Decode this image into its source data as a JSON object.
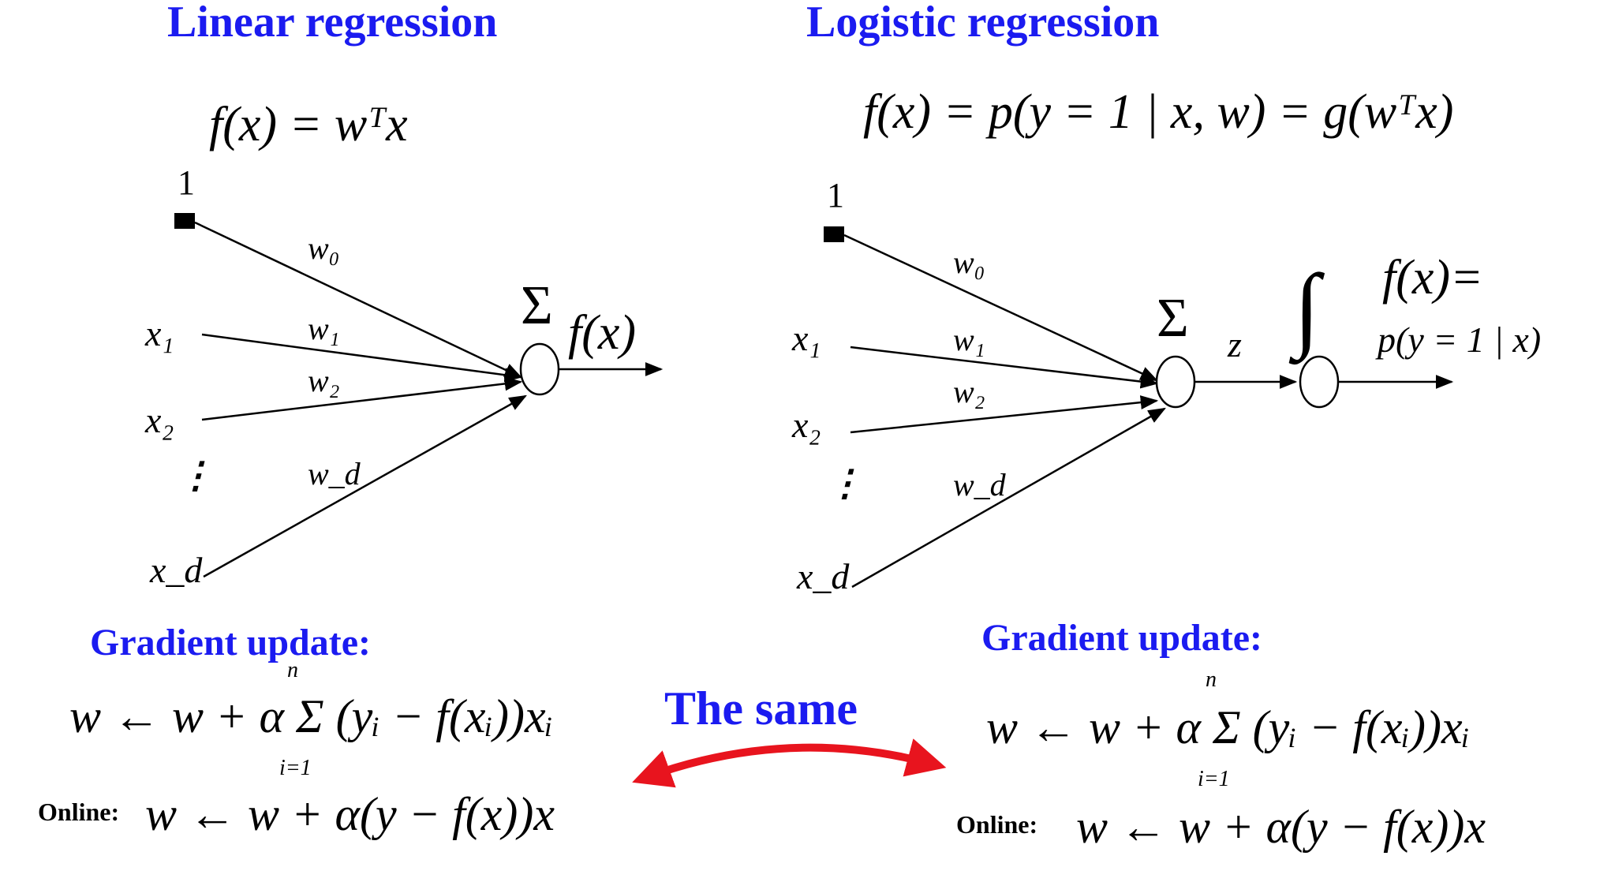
{
  "linear": {
    "title": "Linear regression",
    "formula": "f(x) = wᵀx",
    "bias_input": "1",
    "inputs": [
      "x₁",
      "x₂",
      "x_d"
    ],
    "dots": "⋮",
    "weights": [
      "w₀",
      "w₁",
      "w₂",
      "w_d"
    ],
    "sum_symbol": "Σ",
    "output": "f(x)",
    "gradient_title": "Gradient update:",
    "gradient_formula": "w ← w + α Σ (yᵢ − f(xᵢ))xᵢ",
    "sum_upper": "n",
    "sum_lower": "i=1",
    "online_label": "Online:",
    "online_formula": "w ← w + α(y − f(x))x"
  },
  "logistic": {
    "title": "Logistic regression",
    "formula": "f(x) = p(y = 1 | x, w) = g(wᵀx)",
    "bias_input": "1",
    "inputs": [
      "x₁",
      "x₂",
      "x_d"
    ],
    "dots": "⋮",
    "weights": [
      "w₀",
      "w₁",
      "w₂",
      "w_d"
    ],
    "sum_symbol": "Σ",
    "z_label": "z",
    "sigmoid_symbol": "∫",
    "output_line1": "f(x)=",
    "output_line2": "p(y = 1 | x)",
    "gradient_title": "Gradient update:",
    "gradient_formula": "w ← w + α Σ (yᵢ − f(xᵢ))xᵢ",
    "sum_upper": "n",
    "sum_lower": "i=1",
    "online_label": "Online:",
    "online_formula": "w ← w + α(y − f(x))x"
  },
  "comparison": {
    "label": "The same",
    "arrow_color": "#e8141e"
  },
  "colors": {
    "title": "#1b1bf0",
    "text": "#000000"
  }
}
